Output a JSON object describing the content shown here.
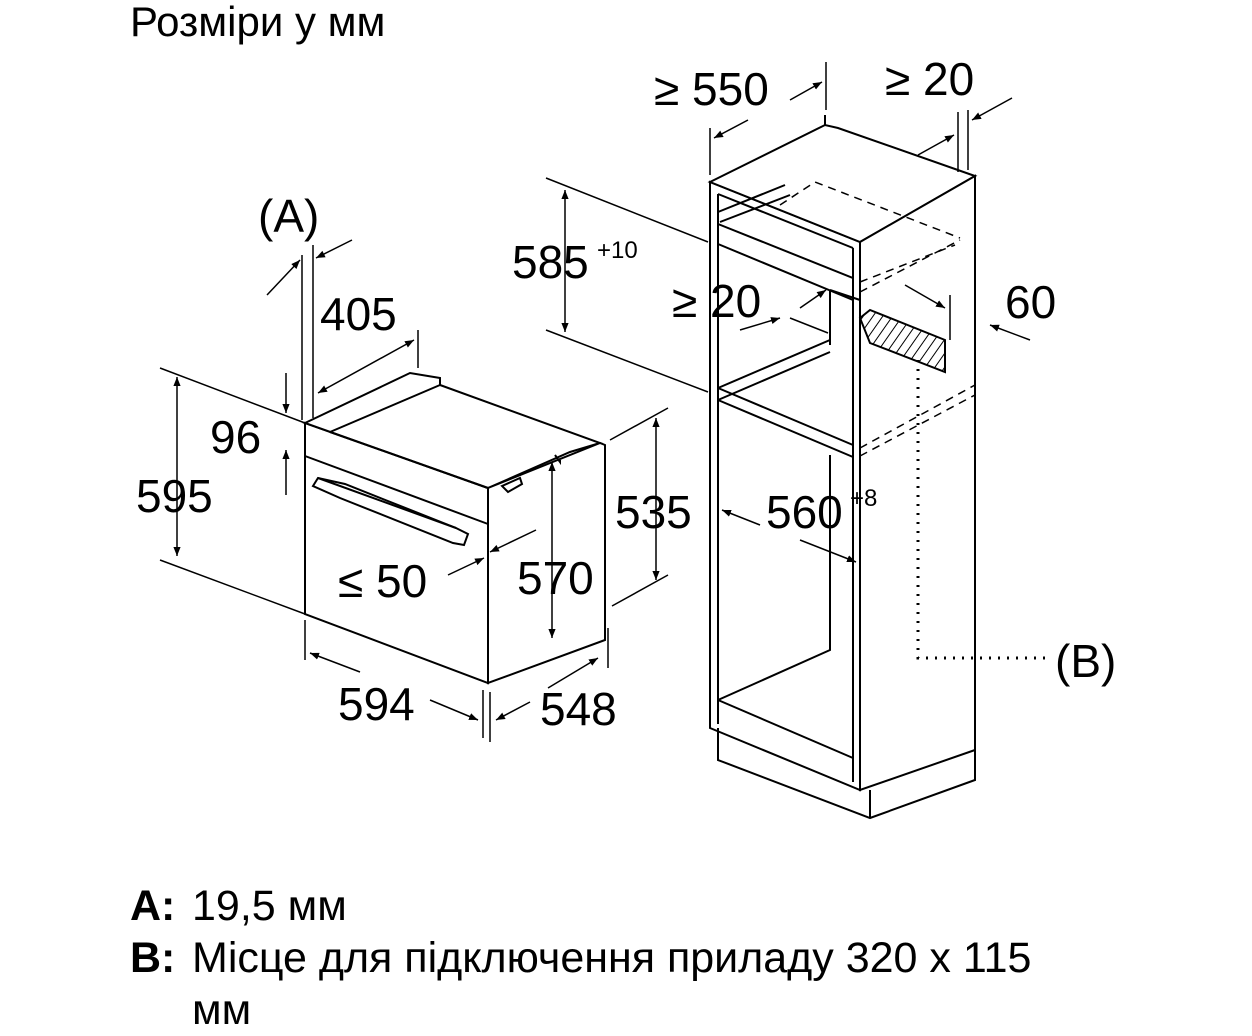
{
  "title": "Розміри у мм",
  "labels": {
    "a_callout": "(A)",
    "b_callout": "(B)",
    "oven_depth_top": "405",
    "oven_panel": "96",
    "oven_height": "595",
    "oven_handle": "≤ 50",
    "oven_width": "594",
    "oven_depth": "548",
    "oven_body_height": "535",
    "oven_body_height_2": "570",
    "cab_depth": "≥ 550",
    "cab_side": "≥ 20",
    "cab_height": "585",
    "cab_height_tol": "+10",
    "cab_gap": "≥ 20",
    "cab_vent": "60",
    "cab_width": "560",
    "cab_width_tol": "+8"
  },
  "legend": [
    {
      "key": "A:",
      "text": "19,5 мм"
    },
    {
      "key": "B:",
      "text": "Місце для підключення приладу 320 x 115 мм"
    }
  ]
}
